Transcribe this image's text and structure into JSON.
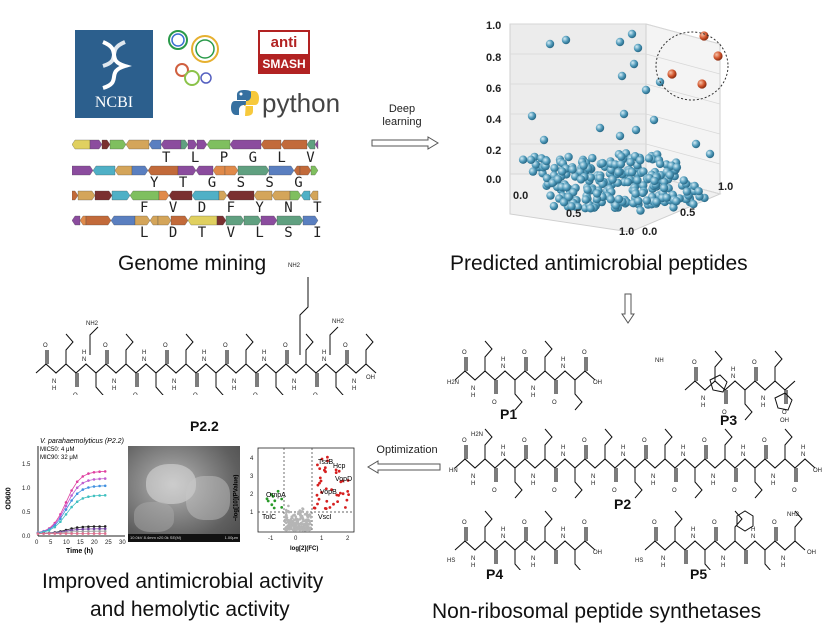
{
  "logos": {
    "ncbi": "NCBI",
    "antismash_top": "anti",
    "antismash_bottom": "SMASH",
    "python": "python"
  },
  "sequences": [
    "T L P G L V",
    "Y T G  S S G",
    "F V D  F Y N T",
    "L D T  V L S I"
  ],
  "arrows": {
    "deep_learning": "Deep\nlearning",
    "optimization": "Optimization"
  },
  "titles": {
    "genome_mining": "Genome mining",
    "predicted": "Predicted antimicrobial peptides",
    "improved_line1": "Improved antimicrobial activity",
    "improved_line2": "and hemolytic activity",
    "nrps": "Non-ribosomal peptide synthetases"
  },
  "peptides": {
    "p22": "P2.2",
    "p1": "P1",
    "p2": "P2",
    "p3": "P3",
    "p4": "P4",
    "p5": "P5"
  },
  "scatter3d": {
    "z_ticks": [
      "1.0",
      "0.8",
      "0.6",
      "0.4",
      "0.2",
      "0.0"
    ],
    "x_ticks": [
      "0.0",
      "0.5",
      "1.0"
    ],
    "y_ticks": [
      "1.0",
      "0.5",
      "0.0"
    ]
  },
  "growth_plot": {
    "title": "V. parahaemolyticus (P2.2)",
    "mic1": "MIC50: 4 μM",
    "mic2": "MIC90: 32 μM",
    "ylabel": "OD600",
    "xlabel": "Time (h)",
    "x_ticks": [
      "0",
      "5",
      "10",
      "15",
      "20",
      "25",
      "30"
    ],
    "y_ticks": [
      "1.5",
      "1.0",
      "0.5",
      "0.0"
    ]
  },
  "sem_caption": "10.0kV 8.4mm x20.0k SE(M)",
  "sem_scale": "1.00μm",
  "volcano": {
    "ylabel": "−log[10](PValue)",
    "xlabel": "log[2](FC)",
    "x_ticks": [
      "-1",
      "0",
      "1",
      "2"
    ],
    "y_ticks": [
      "4",
      "3",
      "2",
      "1"
    ],
    "labels": [
      "TssB",
      "Hcp",
      "VopD",
      "VopB",
      "OmpA",
      "TolC",
      "VscI"
    ]
  }
}
